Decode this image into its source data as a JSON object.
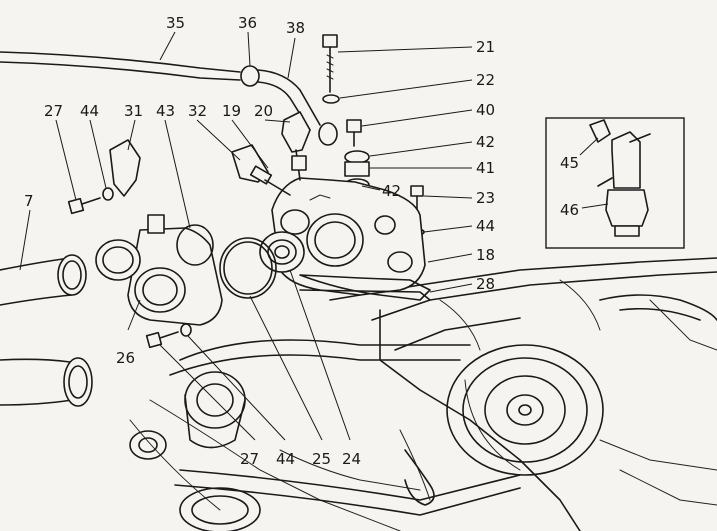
{
  "callouts": [
    {
      "id": "35",
      "text": "35"
    },
    {
      "id": "36",
      "text": "36"
    },
    {
      "id": "38",
      "text": "38"
    },
    {
      "id": "21",
      "text": "21"
    },
    {
      "id": "22",
      "text": "22"
    },
    {
      "id": "40",
      "text": "40"
    },
    {
      "id": "42a",
      "text": "42"
    },
    {
      "id": "41",
      "text": "41"
    },
    {
      "id": "42b",
      "text": "42"
    },
    {
      "id": "23",
      "text": "23"
    },
    {
      "id": "44a",
      "text": "44"
    },
    {
      "id": "18",
      "text": "18"
    },
    {
      "id": "28",
      "text": "28"
    },
    {
      "id": "27a",
      "text": "27"
    },
    {
      "id": "44b",
      "text": "44"
    },
    {
      "id": "31",
      "text": "31"
    },
    {
      "id": "43",
      "text": "43"
    },
    {
      "id": "32",
      "text": "32"
    },
    {
      "id": "19",
      "text": "19"
    },
    {
      "id": "20",
      "text": "20"
    },
    {
      "id": "7",
      "text": "7"
    },
    {
      "id": "26",
      "text": "26"
    },
    {
      "id": "27b",
      "text": "27"
    },
    {
      "id": "44c",
      "text": "44"
    },
    {
      "id": "25",
      "text": "25"
    },
    {
      "id": "24",
      "text": "24"
    },
    {
      "id": "45",
      "text": "45"
    },
    {
      "id": "46",
      "text": "46"
    }
  ]
}
